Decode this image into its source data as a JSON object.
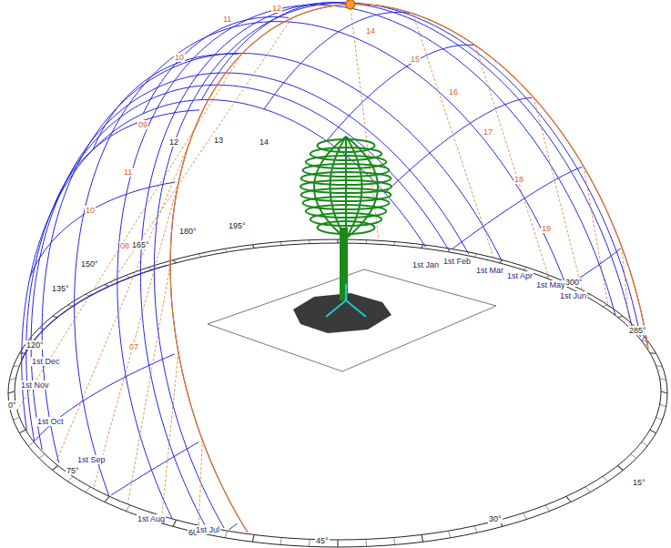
{
  "diagram": {
    "labels": [
      "11",
      "12",
      "14",
      "15",
      "16",
      "17",
      "18",
      "19",
      "10",
      "09",
      "11",
      "10",
      "12",
      "13",
      "14",
      "08",
      "07",
      "180°",
      "195°",
      "165°",
      "150°",
      "135°",
      "120°",
      "0°",
      "75°",
      "60°",
      "45°",
      "30°",
      "15°",
      "300°",
      "285°",
      "1st Dec",
      "1st Nov",
      "1st Oct",
      "1st Sep",
      "1st Aug",
      "1st Jul",
      "1st Jan",
      "1st Feb",
      "1st Mar",
      "1st Apr",
      "1st May",
      "1st Jun"
    ]
  }
}
